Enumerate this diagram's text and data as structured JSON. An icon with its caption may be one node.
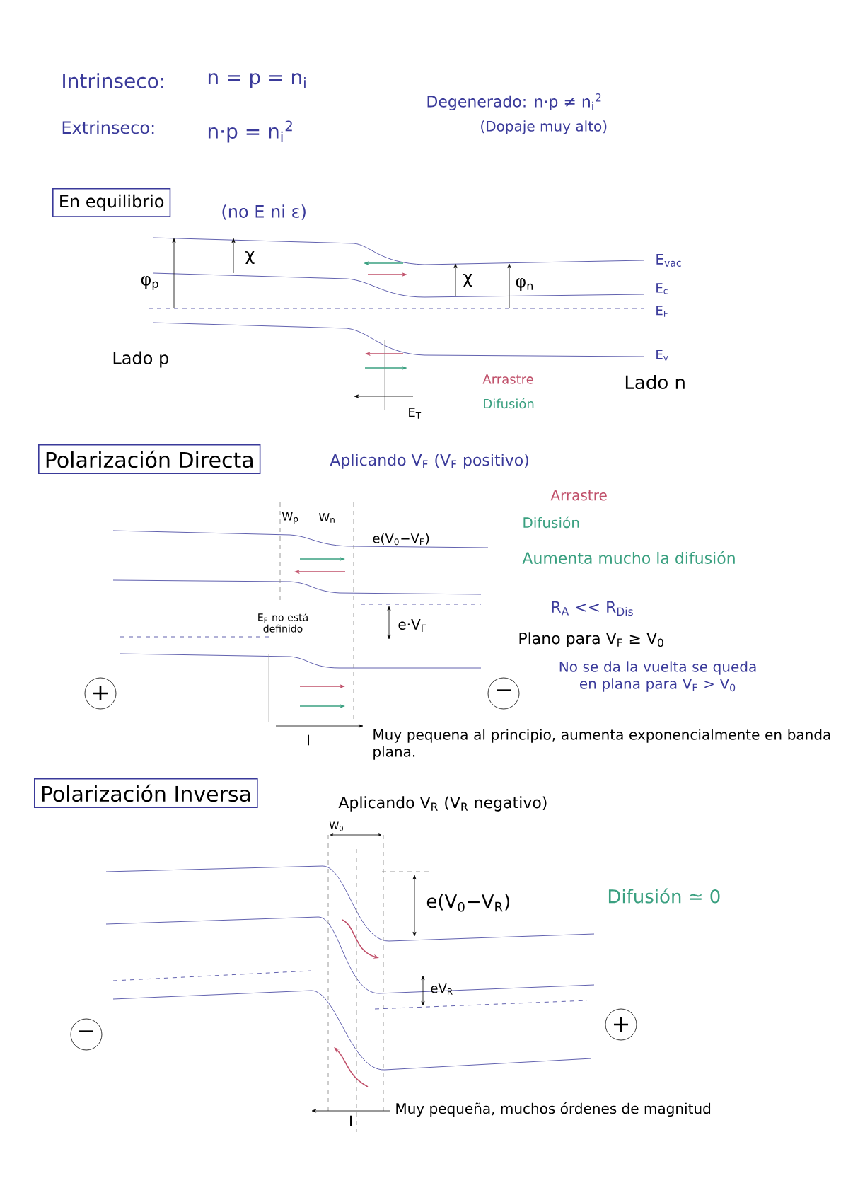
{
  "diagram": {
    "nodes": [
      {
        "text": [
          "En equilibrio"
        ]
      },
      {
        "text": [
          "Polarización Directa"
        ]
      },
      {
        "text": [
          "Polarización Inversa"
        ]
      },
      {
        "text": [
          "+"
        ]
      },
      {
        "text": [
          "−"
        ]
      },
      {
        "text": [
          "−"
        ]
      },
      {
        "text": [
          "+"
        ]
      }
    ],
    "labels": [
      "Intrinseco:",
      "n = p = n$_{i}$",
      "Degenerado: n·p ≠ n$_{i}$$^{2}$",
      "Extrinseco:",
      "n·p = n$_{i}$$^{2}$",
      "(Dopaje muy alto)",
      "(no E ni ε)",
      "χ",
      "φ$_{p}$",
      "χ",
      "φ$_{n}$",
      "E$_{vac}$",
      "E$_{c}$",
      "E$_{F}$",
      "Lado p",
      "E$_{v}$",
      "Arrastre",
      "Lado n",
      "Difusión",
      "E$_{T}$",
      "Aplicando V$_{F}$ (V$_{F}$ positivo)",
      "Arrastre",
      "W$_{p}$",
      "W$_{n}$",
      "Difusión",
      "e(V$_{0}$−V$_{F}$)",
      "Aumenta mucho la difusión",
      "R$_{A}$ << R$_{Dis}$",
      "E$_{F}$ no está definido",
      "e·V$_{F}$",
      "Plano para V$_{F}$ ≥ V$_{0}$",
      "No se da la vuelta se queda en plana para V$_{F}$ > V$_{0}$",
      "I",
      "Muy pequena al principio, aumenta exponencialmente en banda plana.",
      "Aplicando V$_{R}$ (V$_{R}$ negativo)",
      "W$_{0}$",
      "e(V$_{0}$−V$_{R}$)",
      "Difusión ≃ 0",
      "eV$_{R}$",
      "I",
      "Muy pequeña, muchos órdenes de magnitud"
    ]
  }
}
